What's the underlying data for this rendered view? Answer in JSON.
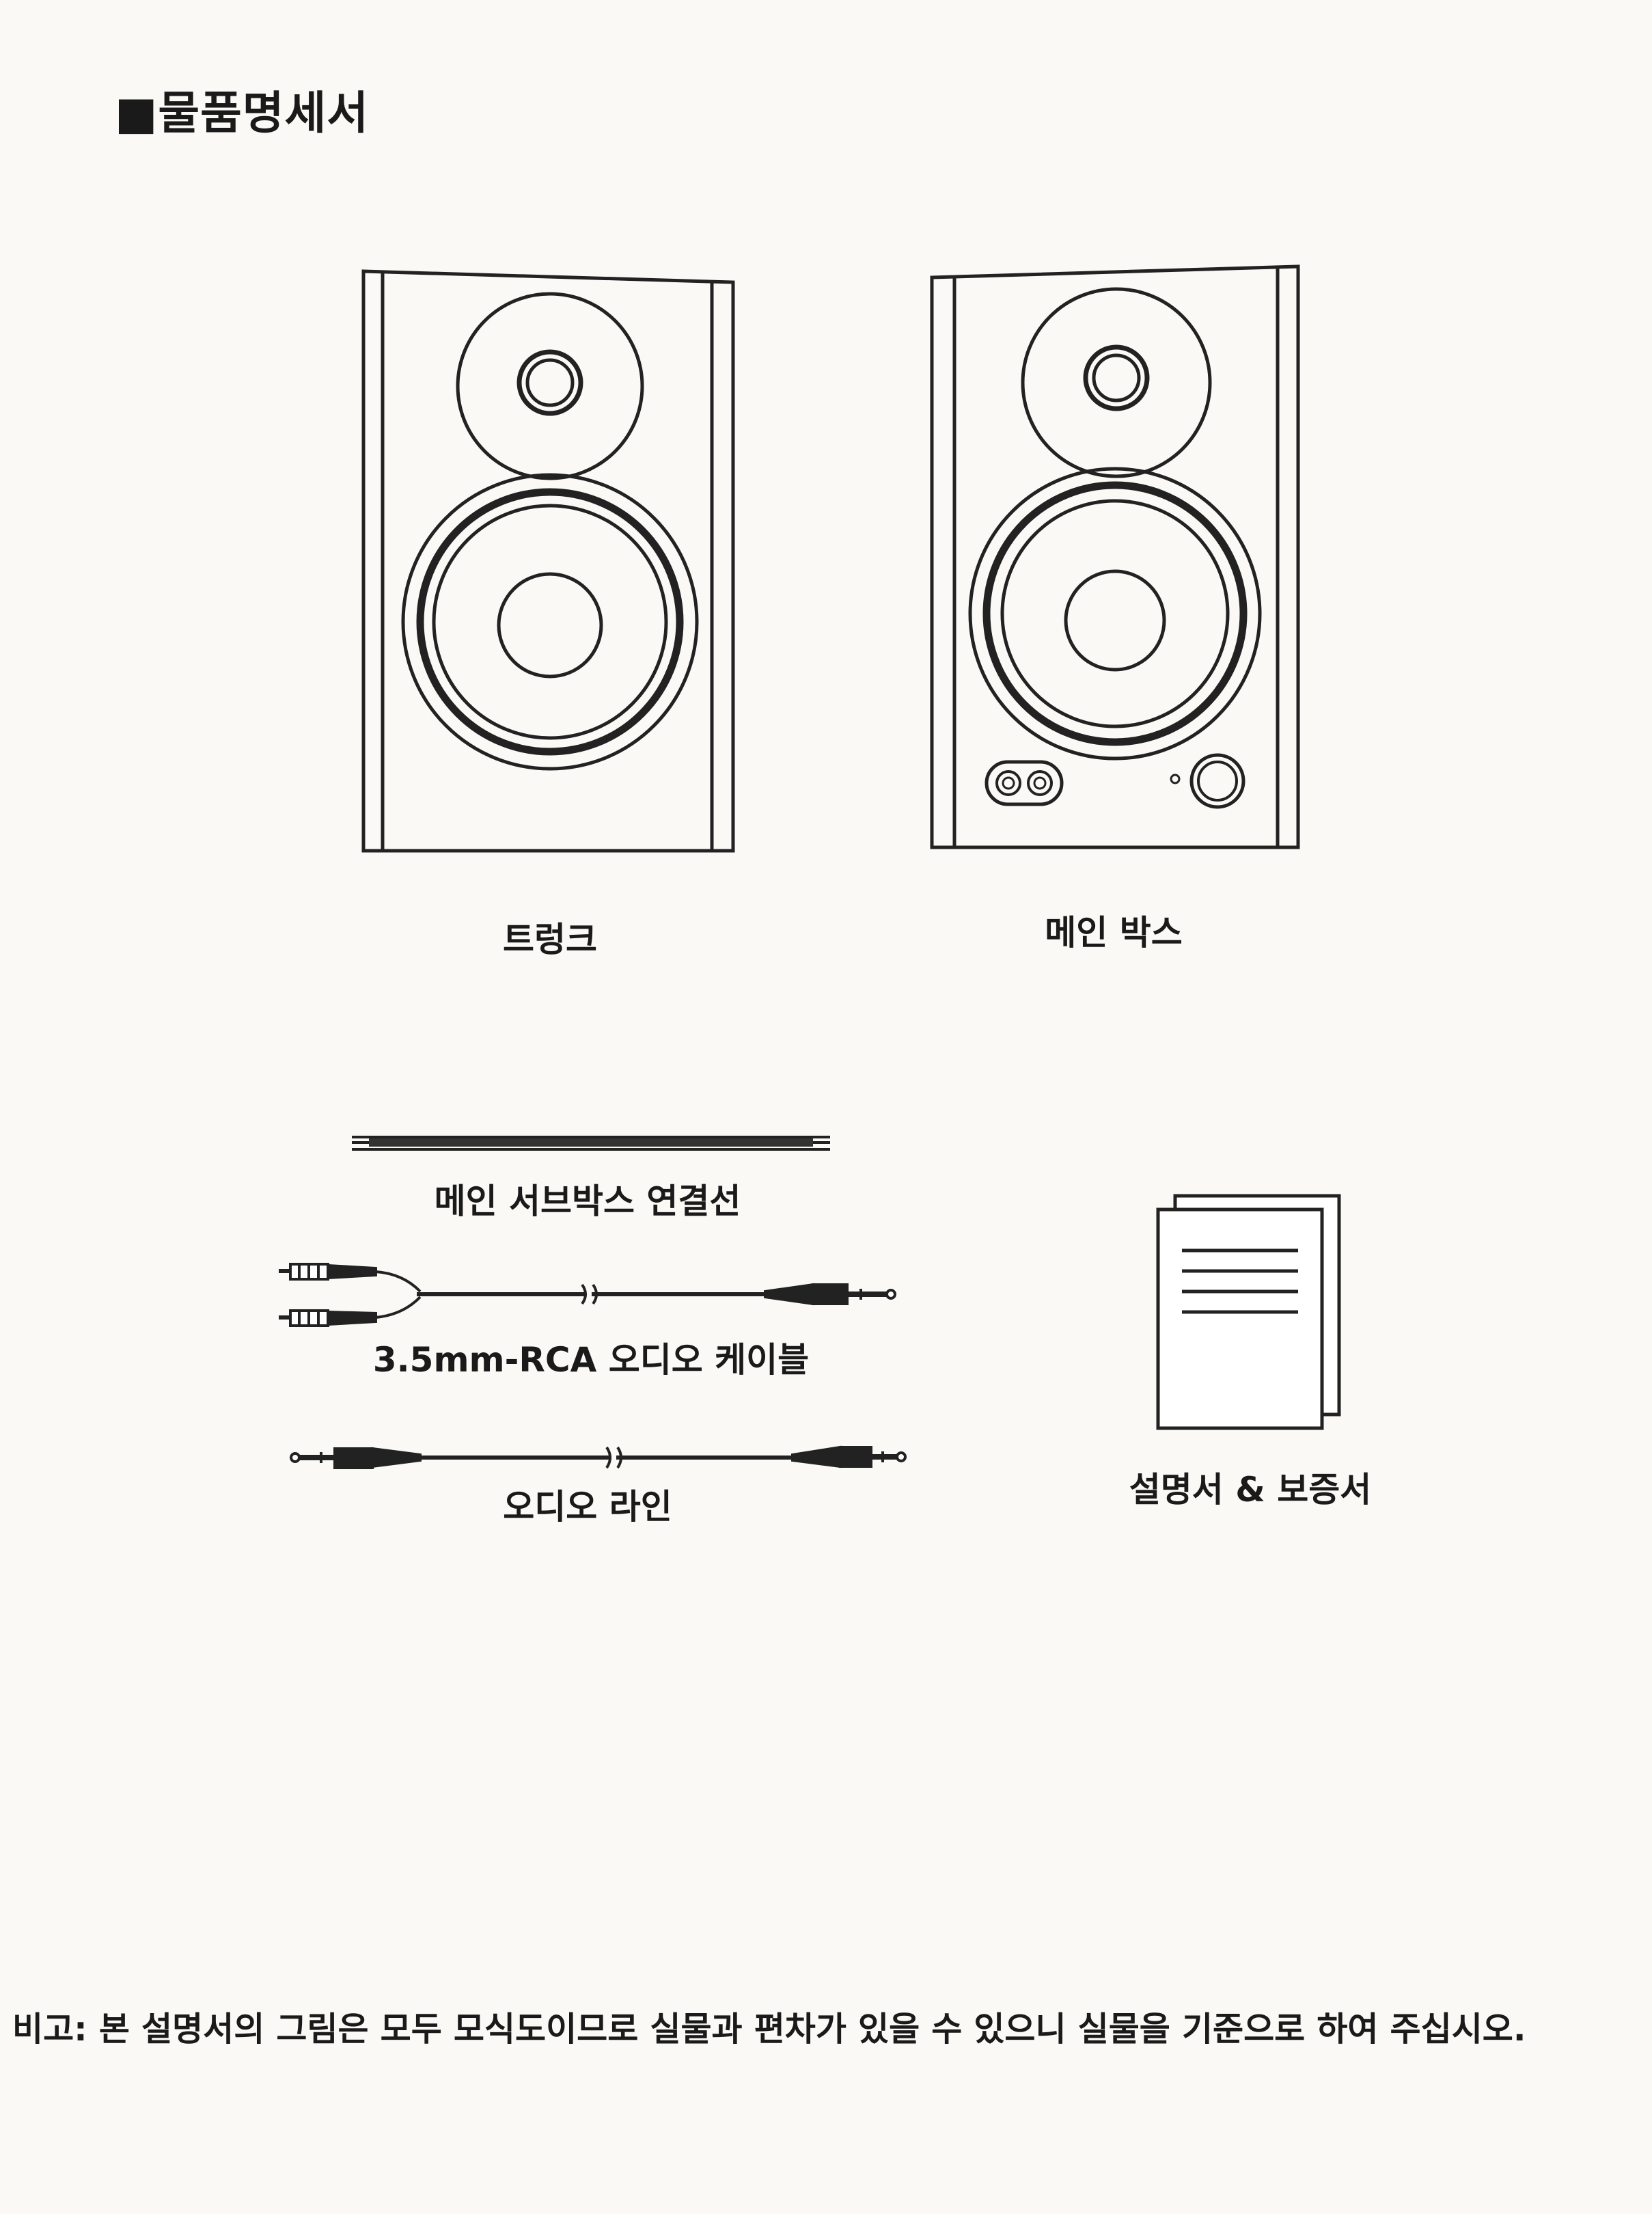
{
  "header": {
    "title": "■물품명세서"
  },
  "items": {
    "trunk_label": "트렁크",
    "mainbox_label": "메인 박스",
    "subbox_cable_label": "메인 서브박스 연결선",
    "rca_cable_label": "3.5mm-RCA 오디오 케이블",
    "audio_line_label": "오디오 라인",
    "manual_label": "설명서 & 보증서"
  },
  "footer": {
    "note": "비고: 본 설명서의 그림은 모두 모식도이므로 실물과 편차가 있을 수 있으니 실물을 기준으로 하여 주십시오."
  }
}
